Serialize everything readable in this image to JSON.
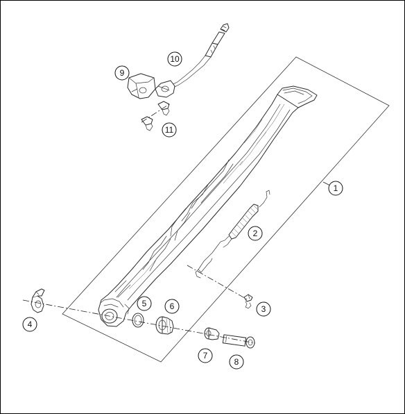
{
  "callouts": [
    {
      "id": "1",
      "label": "1"
    },
    {
      "id": "2",
      "label": "2"
    },
    {
      "id": "3",
      "label": "3"
    },
    {
      "id": "4",
      "label": "4"
    },
    {
      "id": "5",
      "label": "5"
    },
    {
      "id": "6",
      "label": "6"
    },
    {
      "id": "7",
      "label": "7"
    },
    {
      "id": "8",
      "label": "8"
    },
    {
      "id": "9",
      "label": "9"
    },
    {
      "id": "10",
      "label": "10"
    },
    {
      "id": "11",
      "label": "11"
    }
  ],
  "colors": {
    "line": "#2a2a2a",
    "background": "#ffffff",
    "frame": "#000000"
  }
}
